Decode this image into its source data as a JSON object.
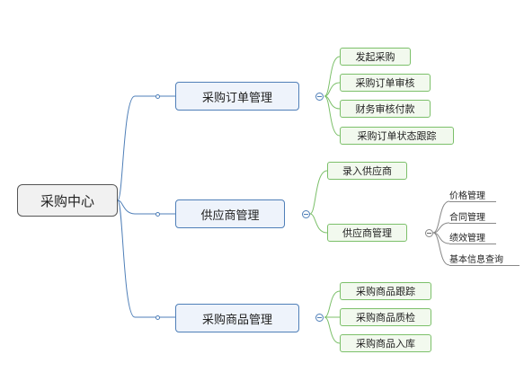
{
  "root": {
    "label": "采购中心"
  },
  "branches": [
    {
      "label": "采购订单管理",
      "children": [
        {
          "label": "发起采购"
        },
        {
          "label": "采购订单审核"
        },
        {
          "label": "财务审核付款"
        },
        {
          "label": "采购订单状态跟踪"
        }
      ]
    },
    {
      "label": "供应商管理",
      "children": [
        {
          "label": "录入供应商"
        },
        {
          "label": "供应商管理",
          "children": [
            {
              "label": "价格管理"
            },
            {
              "label": "合同管理"
            },
            {
              "label": "绩效管理"
            },
            {
              "label": "基本信息查询"
            }
          ]
        }
      ]
    },
    {
      "label": "采购商品管理",
      "children": [
        {
          "label": "采购商品跟踪"
        },
        {
          "label": "采购商品质检"
        },
        {
          "label": "采购商品入库"
        }
      ]
    }
  ],
  "colors": {
    "root_border": "#555555",
    "level1_border": "#4f7fb8",
    "level2_border": "#7cc06a",
    "level3_line": "#888888"
  },
  "icons": {
    "collapse": "minus-circle-icon",
    "connector": "connector-dot-icon"
  }
}
